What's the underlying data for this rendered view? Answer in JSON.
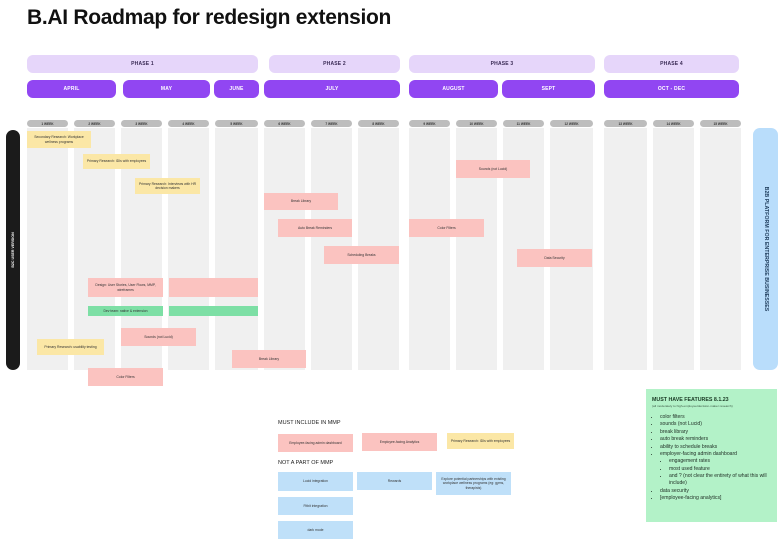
{
  "title": "B.AI Roadmap for redesign extension",
  "phases": [
    {
      "label": "PHASE 1"
    },
    {
      "label": "PHASE 2"
    },
    {
      "label": "PHASE 3"
    },
    {
      "label": "PHASE 4"
    }
  ],
  "months": [
    {
      "label": "APRIL"
    },
    {
      "label": "MAY"
    },
    {
      "label": "JUNE"
    },
    {
      "label": "JULY"
    },
    {
      "label": "AUGUST"
    },
    {
      "label": "SEPT"
    },
    {
      "label": "OCT - DEC"
    }
  ],
  "weeks": [
    "1 WEEK",
    "2 WEEK",
    "3 WEEK",
    "4 WEEK",
    "5 WEEK",
    "6 WEEK",
    "7 WEEK",
    "8 WEEK",
    "9 WEEK",
    "10 WEEK",
    "11 WEEK",
    "12 WEEK",
    "13 WEEK",
    "14 WEEK",
    "15 WEEK"
  ],
  "left_lane_label": "B2C USER VERSION",
  "right_lane_label": "B2B PLATFORM FOR ENTERPRISE BUSINESSES",
  "stickies": [
    {
      "text": "Secondary Research: Workplace wellness programs",
      "color": "yellow"
    },
    {
      "text": "Primary Research: IDIs with employees",
      "color": "yellow"
    },
    {
      "text": "Primary Research: Interviews with HR decision makers",
      "color": "yellow"
    },
    {
      "text": "Break Library",
      "color": "pink"
    },
    {
      "text": "Auto Break Reminders",
      "color": "pink"
    },
    {
      "text": "Scheduling Breaks",
      "color": "pink"
    },
    {
      "text": "Color Filters",
      "color": "pink"
    },
    {
      "text": "Sounds (not Lucid)",
      "color": "pink"
    },
    {
      "text": "Data Security",
      "color": "pink"
    },
    {
      "text": "Design: User Stories, User Flows, MMP, wireframes",
      "color": "pink"
    },
    {
      "text": "",
      "color": "pink"
    },
    {
      "text": "Dev team: native & extension",
      "color": "green"
    },
    {
      "text": "",
      "color": "green"
    },
    {
      "text": "Sounds (not Lucid)",
      "color": "pink"
    },
    {
      "text": "Primary Research: usability testing",
      "color": "yellow"
    },
    {
      "text": "Break Library",
      "color": "pink"
    },
    {
      "text": "Color Filters",
      "color": "pink"
    }
  ],
  "legend": {
    "must_heading": "MUST INCLUDE IN MMP",
    "must_items": [
      {
        "text": "Employee-facing admin dashboard",
        "color": "pink"
      },
      {
        "text": "Employee-facing Analytics",
        "color": "pink"
      },
      {
        "text": "Primary Research: IDIs with employees",
        "color": "yellow"
      }
    ],
    "not_heading": "NOT A PART OF MMP",
    "not_items": [
      {
        "text": "Lucid integration",
        "color": "blue"
      },
      {
        "text": "Rewards",
        "color": "blue"
      },
      {
        "text": "Explore potential partnerships with existing workplace wellness programs (eg: gyms, therapists)",
        "color": "blue"
      },
      {
        "text": "Fitbit integration",
        "color": "blue"
      },
      {
        "text": "dark mode",
        "color": "blue"
      }
    ]
  },
  "features": {
    "heading": "MUST HAVE FEATURES 8.1.23",
    "subheading": "(all moderately to high-employee/decision-maker research)",
    "items": [
      {
        "text": "color filters"
      },
      {
        "text": "sounds (not Lucid)"
      },
      {
        "text": "break library"
      },
      {
        "text": "auto break reminders"
      },
      {
        "text": "ability to schedule breaks"
      },
      {
        "text": "employer-facing admin dashboard",
        "sub": [
          {
            "text": "engagement rates"
          },
          {
            "text": "most used feature"
          },
          {
            "text": "and ? (not clear the entirety of what this will include)"
          }
        ]
      },
      {
        "text": "data security"
      },
      {
        "text": "[employee-facing analytics]"
      }
    ]
  }
}
